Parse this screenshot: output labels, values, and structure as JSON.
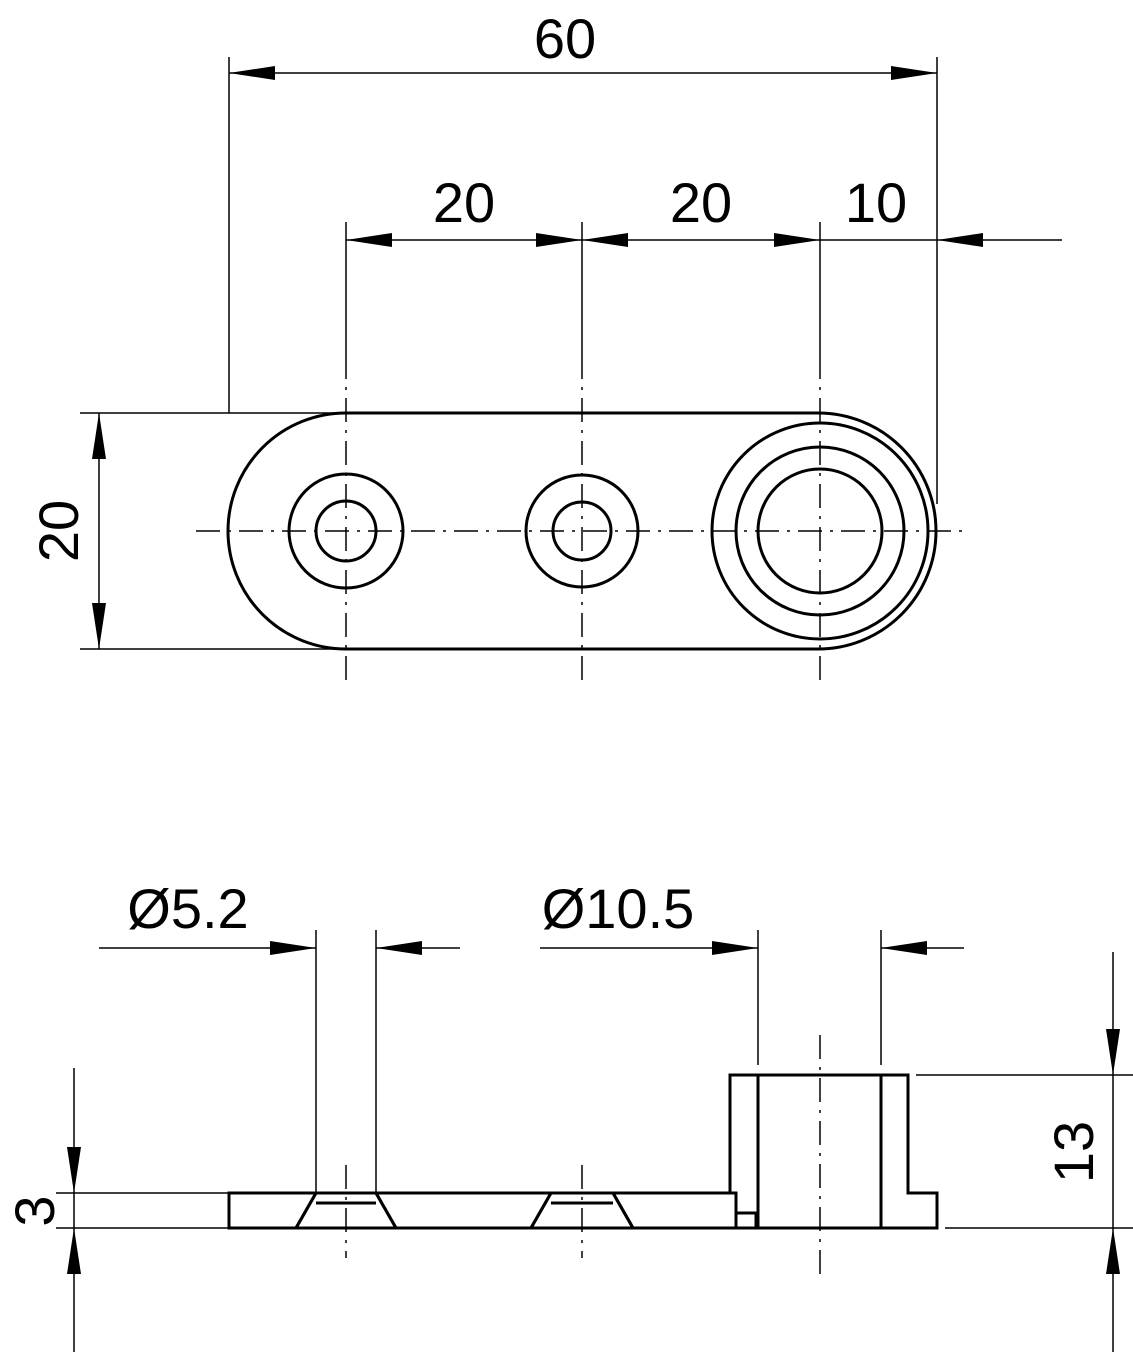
{
  "dimensions": {
    "total_length": "60",
    "pitch_1": "20",
    "pitch_2": "20",
    "edge_offset": "10",
    "width": "20",
    "small_hole_diameter": "Ø5.2",
    "bushing_diameter": "Ø10.5",
    "plate_thickness": "3",
    "bushing_height": "13"
  }
}
